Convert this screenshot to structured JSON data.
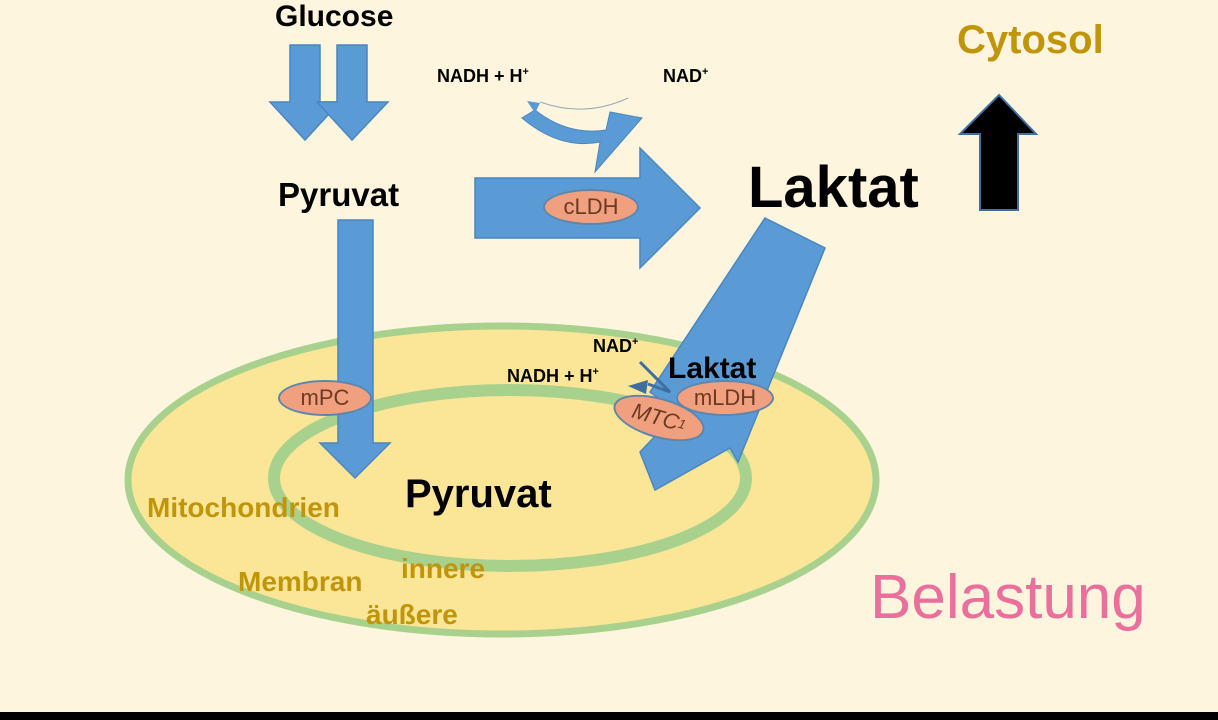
{
  "labels": {
    "glucose": "Glucose",
    "pyruvat_top": "Pyruvat",
    "nadh_top": "NADH + H",
    "nadh_top_sup": "+",
    "nad_top": "NAD",
    "nad_top_sup": "+",
    "laktat_big": "Laktat",
    "cytosol": "Cytosol",
    "nad_mid": "NAD",
    "nad_mid_sup": "+",
    "nadh_mid": "NADH + H",
    "nadh_mid_sup": "+",
    "laktat_mid": "Laktat",
    "pyruvat_inner": "Pyruvat",
    "mitochondrien": "Mitochondrien",
    "membran": "Membran",
    "innere": "innere",
    "aeussere": "äußere",
    "belastung": "Belastung"
  },
  "enzymes": {
    "cldh": "cLDH",
    "mpc": "mPC",
    "mldh": "mLDH",
    "mtc": "MTC",
    "mtc_sub": "1"
  },
  "colors": {
    "background": "#fdf5de",
    "arrow_blue": "#5b9bd5",
    "enzyme_fill": "#f0a07e",
    "outer_membrane": "#a9d18e",
    "matrix_fill": "#fbe597",
    "gold_text": "#c0950a",
    "belastung_pink": "#ea6f9c"
  }
}
